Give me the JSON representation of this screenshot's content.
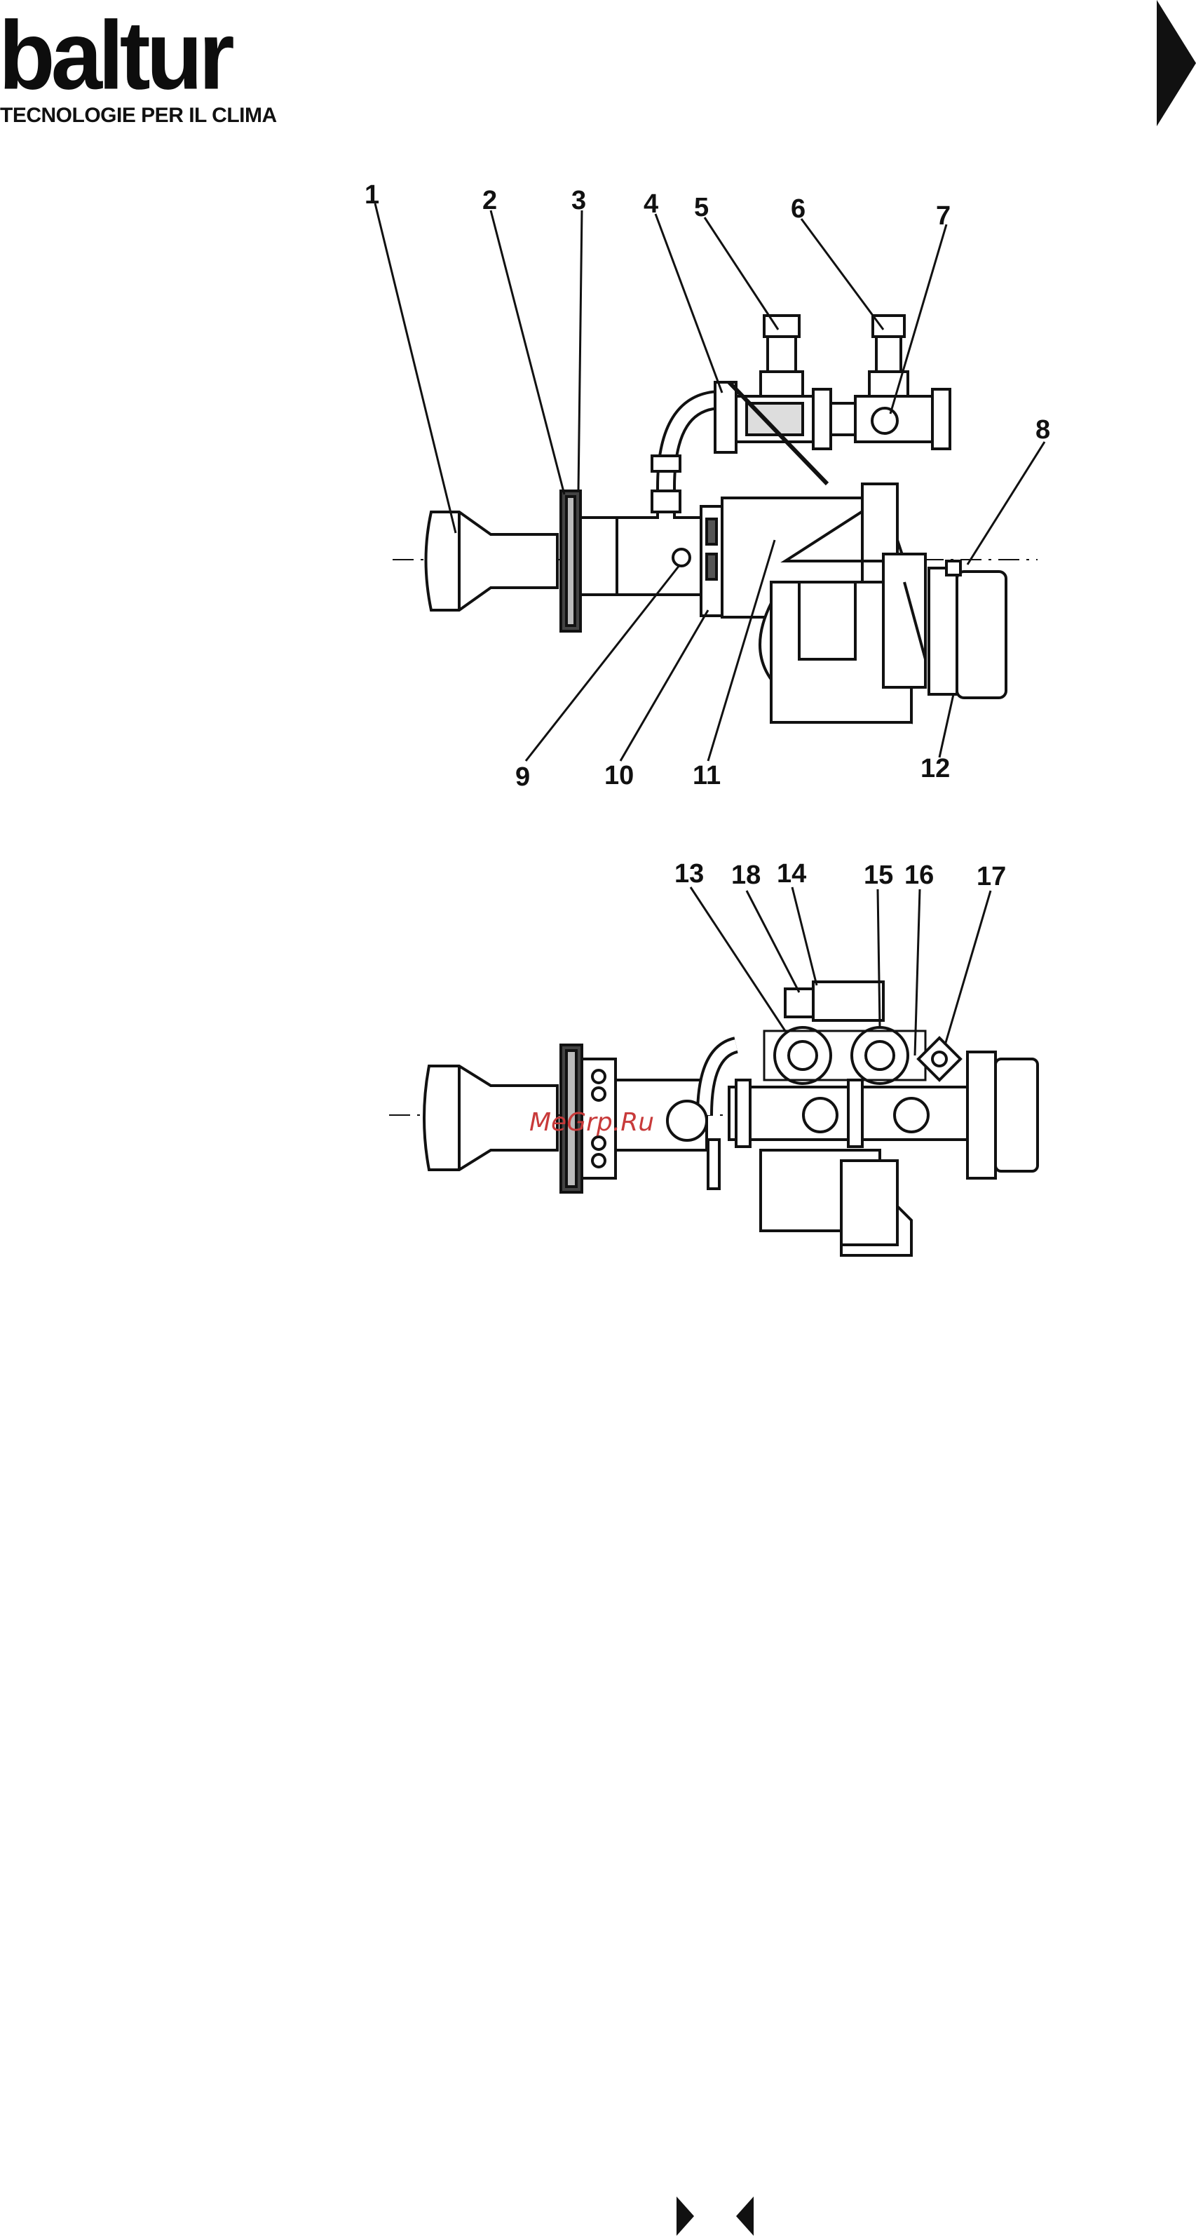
{
  "header": {
    "logo_text": "baltur",
    "tagline": "TECNOLOGIE PER IL CLIMA"
  },
  "diagram_top": {
    "labels": [
      "1",
      "2",
      "3",
      "4",
      "5",
      "6",
      "7",
      "8",
      "9",
      "10",
      "11",
      "12"
    ]
  },
  "diagram_bottom": {
    "labels": [
      "13",
      "18",
      "14",
      "15",
      "16",
      "17"
    ],
    "watermark": "MeGrp.Ru"
  },
  "icons": {
    "corner": "triangle-right-icon",
    "prev": "triangle-left-icon",
    "next": "triangle-right-icon"
  }
}
